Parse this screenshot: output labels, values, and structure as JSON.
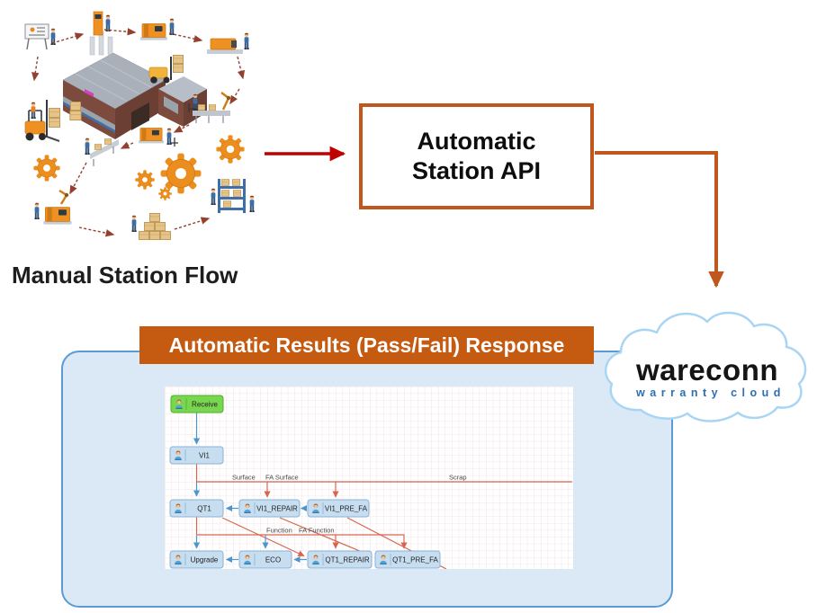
{
  "manual_flow": {
    "label": "Manual Station Flow"
  },
  "api_box": {
    "line1": "Automatic",
    "line2": "Station API"
  },
  "response_banner": {
    "label": "Automatic Results (Pass/Fail) Response"
  },
  "cloud": {
    "brand": "wareconn",
    "tagline": "warranty cloud"
  },
  "workflow": {
    "nodes": [
      {
        "id": "receive",
        "label": "Receive",
        "type": "start"
      },
      {
        "id": "vi1",
        "label": "VI1",
        "type": "station"
      },
      {
        "id": "qt1",
        "label": "QT1",
        "type": "station"
      },
      {
        "id": "vi1_repair",
        "label": "VI1_REPAIR",
        "type": "station"
      },
      {
        "id": "vi1_pre_fa",
        "label": "VI1_PRE_FA",
        "type": "station"
      },
      {
        "id": "upgrade",
        "label": "Upgrade",
        "type": "station"
      },
      {
        "id": "eco",
        "label": "ECO",
        "type": "station"
      },
      {
        "id": "qt1_repair",
        "label": "QT1_REPAIR",
        "type": "station"
      },
      {
        "id": "qt1_pre_fa",
        "label": "QT1_PRE_FA",
        "type": "station"
      }
    ],
    "edge_labels": {
      "surface": "Surface",
      "fa_surface": "FA Surface",
      "scrap": "Scrap",
      "function": "Function",
      "fa_function": "FA Function"
    }
  },
  "colors": {
    "accent_orange": "#C55A11",
    "arrow_red": "#C00000",
    "container_fill": "#DBE9F6",
    "container_border": "#5B9BD5",
    "node_blue_fill": "#C7DDF0",
    "node_blue_border": "#8AB2D6",
    "node_green_fill": "#79D64F",
    "node_green_border": "#4FAE2B",
    "edge_pass_blue": "#4D96CC",
    "edge_fail_red": "#D96550",
    "cloud_outline": "#A9D5F4",
    "cloud_tagline_blue": "#2D6FB0"
  },
  "icons": {
    "person-icon": "small operator avatar inside each workflow node",
    "gear-icon": "orange cog wheels in factory illustration",
    "factory-icon": "isometric factory building",
    "cloud-icon": "cloud outline around wareconn logo",
    "flow-arrow-icon": "dashed maroon arrows between manual stations"
  }
}
